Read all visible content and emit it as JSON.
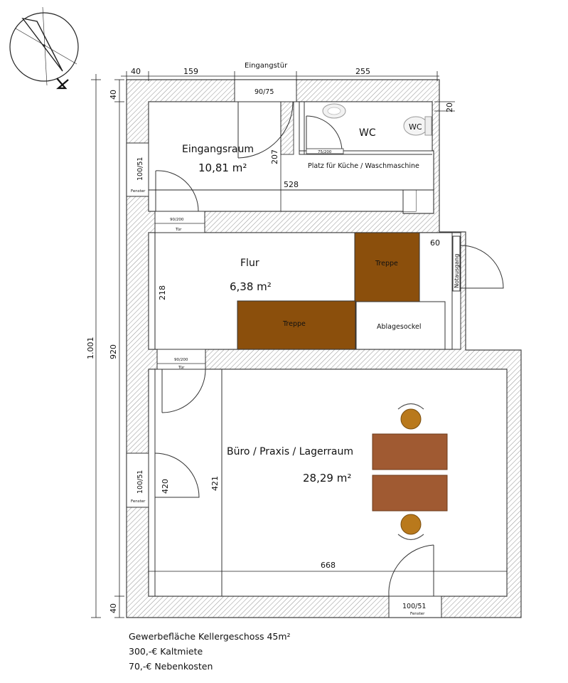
{
  "compass": {
    "label": "N"
  },
  "dimensions": {
    "top_wall": "40",
    "top_left": "159",
    "top_right": "255",
    "left_wall_top": "40",
    "left_wall_bottom": "40",
    "overall_height": "1.001",
    "inner_height": "920",
    "wc_wall": "20",
    "entry_height": "207",
    "entry_width": "528",
    "hall_height": "218",
    "corridor_width": "60",
    "office_height_left": "420",
    "office_height_right": "421",
    "office_width": "668"
  },
  "labels": {
    "entrance_door": "Eingangstür",
    "entrance_door_size": "90/75",
    "window_size": "100/51",
    "window_label": "Fenster",
    "door_size": "90/200",
    "door_label": "Tür",
    "wc_door_size": "75/200",
    "kitchen": "Platz für Küche / Waschmaschine",
    "emergency_exit": "Notausgang",
    "stairs": "Treppe",
    "shelf": "Ablagesockel"
  },
  "rooms": {
    "entry": {
      "name": "Eingangsraum",
      "area": "10,81 m²"
    },
    "wc": {
      "name": "WC",
      "toilet_label": "WC"
    },
    "hall": {
      "name": "Flur",
      "area": "6,38 m²"
    },
    "office": {
      "name": "Büro / Praxis / Lagerraum",
      "area": "28,29 m²"
    }
  },
  "footer": {
    "line1": "Gewerbefläche Kellergeschoss 45m²",
    "line2": "300,-€ Kaltmiete",
    "line3": "70,-€ Nebenkosten"
  },
  "colors": {
    "stairs": "#8b4f0c",
    "table": "#a05a32",
    "chair": "#b9791c",
    "wall_hatch": "#999999"
  }
}
